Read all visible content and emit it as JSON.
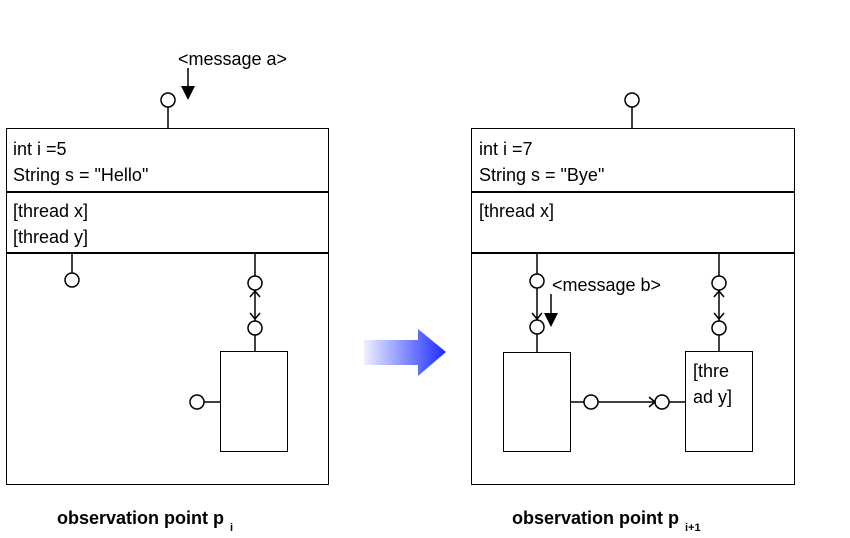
{
  "left": {
    "attributes": [
      "int i =5",
      "String s = \"Hello\""
    ],
    "threads": [
      "[thread x]",
      "[thread y]"
    ],
    "incoming_message": "<message a>",
    "caption": "observation point p",
    "caption_sub": "i"
  },
  "right": {
    "attributes": [
      "int i =7",
      "String s = \"Bye\""
    ],
    "threads": [
      "[thread x]"
    ],
    "message": "<message b>",
    "thread_box_label": [
      "[thre",
      "ad y]"
    ],
    "caption": "observation point p",
    "caption_sub": "i+1"
  },
  "colors": {
    "arrow_start": "#eef0ff",
    "arrow_end": "#1a2cff",
    "line": "#000000"
  },
  "icons": {
    "transition": "gradient-arrow-icon",
    "port": "port-circle-icon"
  }
}
